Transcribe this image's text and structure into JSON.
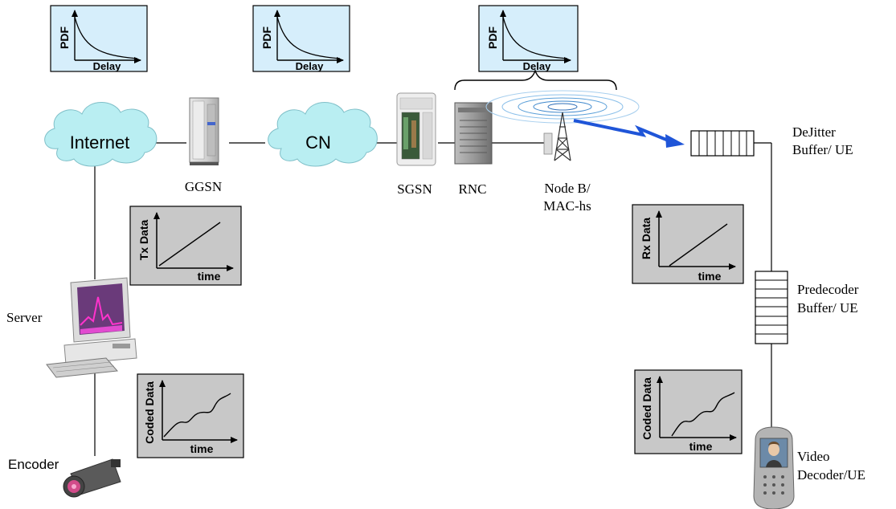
{
  "network": {
    "internet": "Internet",
    "cn": "CN",
    "ggsn": "GGSN",
    "sgsn": "SGSN",
    "rnc": "RNC",
    "node_b_line1": "Node B/",
    "node_b_line2": "MAC-hs",
    "dejitter_line1": "DeJitter",
    "dejitter_line2": "Buffer/ UE",
    "predecoder_line1": "Predecoder",
    "predecoder_line2": "Buffer/ UE",
    "server": "Server",
    "encoder": "Encoder",
    "video_line1": "Video",
    "video_line2": "Decoder/UE"
  },
  "pdf_graphs": [
    {
      "ylabel": "PDF",
      "xlabel": "Delay"
    },
    {
      "ylabel": "PDF",
      "xlabel": "Delay"
    },
    {
      "ylabel": "PDF",
      "xlabel": "Delay"
    }
  ],
  "tx_graph": {
    "ylabel": "Tx Data",
    "xlabel": "time"
  },
  "rx_graph": {
    "ylabel": "Rx Data",
    "xlabel": "time"
  },
  "coded_left": {
    "ylabel": "Coded Data",
    "xlabel": "time"
  },
  "coded_right": {
    "ylabel": "Coded Data",
    "xlabel": "time"
  },
  "colors": {
    "cloud": "#b9eef2",
    "graph_blue": "#d6eefb",
    "graph_gray": "#c8c8c8",
    "radio_link": "#1f55d8"
  }
}
